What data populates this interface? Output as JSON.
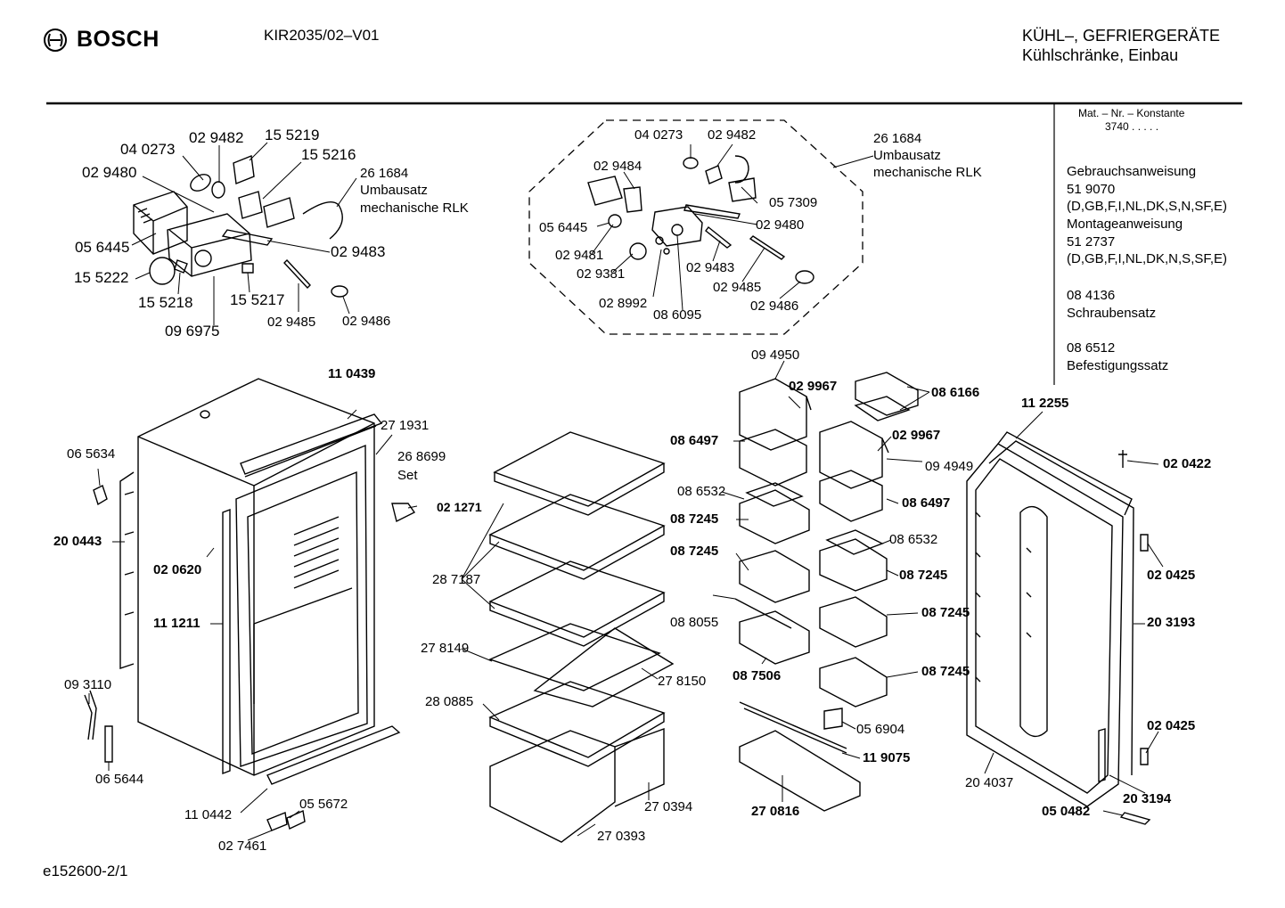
{
  "header": {
    "brand": "BOSCH",
    "model": "KIR2035/02–V01",
    "category": "KÜHL–, GEFRIERGERÄTE",
    "subcategory": "Kühlschränke, Einbau",
    "logo_icon": "bosch-armature-icon"
  },
  "sidebar": {
    "matnr_label": "Mat. – Nr. – Konstante",
    "matnr_value": "3740  .  .  .  .  .",
    "items": [
      {
        "line1": "Gebrauchsanweisung",
        "line2": "51 9070",
        "line3": "(D,GB,F,I,NL,DK,S,N,SF,E)"
      },
      {
        "line1": "Montageanweisung",
        "line2": "51 2737",
        "line3": "(D,GB,F,I,NL,DK,N,S,SF,E)"
      },
      {
        "line1": "08 4136",
        "line2": "Schraubensatz"
      },
      {
        "line1": "08 6512",
        "line2": "Befestigungssatz"
      }
    ]
  },
  "footer": {
    "drawing_id": "e152600-2/1"
  },
  "parts": [
    {
      "label": "04 0273",
      "bold": false
    },
    {
      "label": "02 9482",
      "bold": false
    },
    {
      "label": "15 5219",
      "bold": false
    },
    {
      "label": "15 5216",
      "bold": false
    },
    {
      "label": "02 9480",
      "bold": false
    },
    {
      "label": "26 1684",
      "bold": false
    },
    {
      "label": "Umbausatz",
      "bold": false
    },
    {
      "label": "mechanische RLK",
      "bold": false
    },
    {
      "label": "05 6445",
      "bold": false
    },
    {
      "label": "02 9483",
      "bold": false
    },
    {
      "label": "15 5222",
      "bold": false
    },
    {
      "label": "15 5218",
      "bold": false
    },
    {
      "label": "15 5217",
      "bold": false
    },
    {
      "label": "09 6975",
      "bold": false
    },
    {
      "label": "02 9485",
      "bold": false
    },
    {
      "label": "02 9486",
      "bold": false
    },
    {
      "label": "04 0273",
      "bold": false
    },
    {
      "label": "02 9482",
      "bold": false
    },
    {
      "label": "26 1684",
      "bold": false
    },
    {
      "label": "Umbausatz",
      "bold": false
    },
    {
      "label": "mechanische RLK",
      "bold": false
    },
    {
      "label": "02 9484",
      "bold": false
    },
    {
      "label": "05 7309",
      "bold": false
    },
    {
      "label": "05 6445",
      "bold": false
    },
    {
      "label": "02 9480",
      "bold": false
    },
    {
      "label": "02 9481",
      "bold": false
    },
    {
      "label": "02 9381",
      "bold": false
    },
    {
      "label": "02 9483",
      "bold": false
    },
    {
      "label": "02 9485",
      "bold": false
    },
    {
      "label": "02 8992",
      "bold": false
    },
    {
      "label": "08 6095",
      "bold": false
    },
    {
      "label": "02 9486",
      "bold": false
    },
    {
      "label": "11 0439",
      "bold": true
    },
    {
      "label": "27 1931",
      "bold": false
    },
    {
      "label": "26 8699",
      "bold": false
    },
    {
      "label": "Set",
      "bold": false
    },
    {
      "label": "02 1271",
      "bold": true
    },
    {
      "label": "06 5634",
      "bold": false
    },
    {
      "label": "20 0443",
      "bold": true
    },
    {
      "label": "02 0620",
      "bold": true
    },
    {
      "label": "11 1211",
      "bold": true
    },
    {
      "label": "09 3110",
      "bold": false
    },
    {
      "label": "06 5644",
      "bold": false
    },
    {
      "label": "11 0442",
      "bold": false
    },
    {
      "label": "05 5672",
      "bold": false
    },
    {
      "label": "02 7461",
      "bold": false
    },
    {
      "label": "28 7187",
      "bold": false
    },
    {
      "label": "27 8149",
      "bold": false
    },
    {
      "label": "27 8150",
      "bold": false
    },
    {
      "label": "28 0885",
      "bold": false
    },
    {
      "label": "27 0394",
      "bold": false
    },
    {
      "label": "27 0393",
      "bold": false
    },
    {
      "label": "09 4950",
      "bold": false
    },
    {
      "label": "02 9967",
      "bold": true
    },
    {
      "label": "08 6166",
      "bold": true
    },
    {
      "label": "08 6497",
      "bold": true
    },
    {
      "label": "02 9967",
      "bold": true
    },
    {
      "label": "09 4949",
      "bold": false
    },
    {
      "label": "08 6532",
      "bold": false
    },
    {
      "label": "08 7245",
      "bold": true
    },
    {
      "label": "08 6497",
      "bold": true
    },
    {
      "label": "08 7245",
      "bold": true
    },
    {
      "label": "08 6532",
      "bold": false
    },
    {
      "label": "08 7245",
      "bold": true
    },
    {
      "label": "08 8055",
      "bold": false
    },
    {
      "label": "08 7245",
      "bold": true
    },
    {
      "label": "08 7506",
      "bold": true
    },
    {
      "label": "08 7245",
      "bold": true
    },
    {
      "label": "05 6904",
      "bold": false
    },
    {
      "label": "11 9075",
      "bold": true
    },
    {
      "label": "27 0816",
      "bold": true
    },
    {
      "label": "11 2255",
      "bold": true
    },
    {
      "label": "02 0422",
      "bold": true
    },
    {
      "label": "02 0425",
      "bold": true
    },
    {
      "label": "20 3193",
      "bold": true
    },
    {
      "label": "02 0425",
      "bold": true
    },
    {
      "label": "20 4037",
      "bold": false
    },
    {
      "label": "20 3194",
      "bold": true
    },
    {
      "label": "05 0482",
      "bold": true
    }
  ]
}
